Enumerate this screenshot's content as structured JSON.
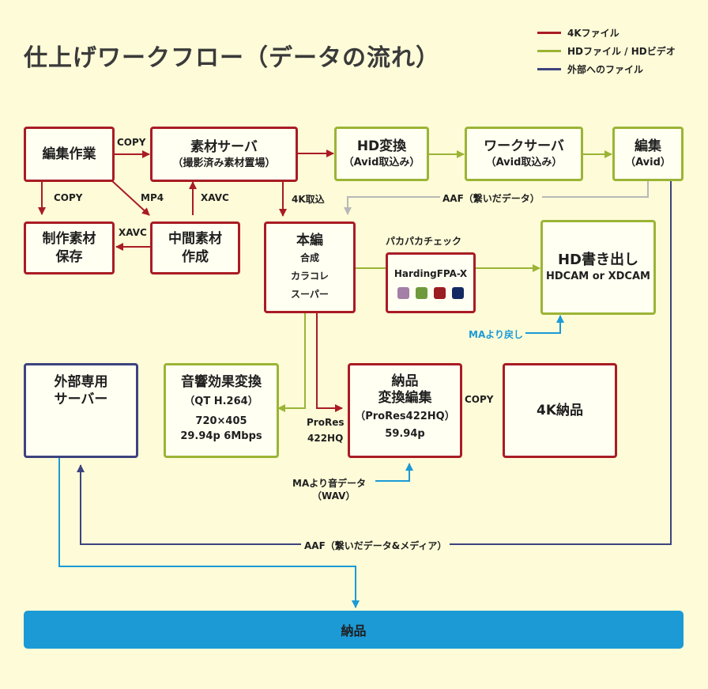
{
  "title": "仕上げワークフロー（データの流れ）",
  "legend": [
    {
      "label": "4Kファイル",
      "color": "#a91c24"
    },
    {
      "label": "HDファイル / HDビデオ",
      "color": "#9bb435"
    },
    {
      "label": "外部へのファイル",
      "color": "#3d437e"
    }
  ],
  "nodes": {
    "edit_work": {
      "label": "編集作業"
    },
    "material_server": {
      "label": "素材サーバ",
      "sub": "（撮影済み素材置場）"
    },
    "hd_convert": {
      "label": "HD変換",
      "sub": "（Avid取込み）"
    },
    "work_server": {
      "label": "ワークサーバ",
      "sub": "（Avid取込み）"
    },
    "edit_avid": {
      "label": "編集",
      "sub": "（Avid）"
    },
    "production_storage": {
      "label": "制作素材\n保存"
    },
    "intermediate": {
      "label": "中間素材\n作成"
    },
    "honpen": {
      "label": "本編",
      "items": [
        "合成",
        "カラコレ",
        "スーパー"
      ]
    },
    "harding_title": "パカパカチェック",
    "harding": {
      "label": "HardingFPA-X"
    },
    "hd_export": {
      "label": "HD書き出し",
      "sub": "HDCAM or XDCAM"
    },
    "external_server": {
      "label": "外部専用\nサーバー"
    },
    "audio_convert": {
      "label": "音響効果変換",
      "sub": "（QT H.264）",
      "spec1": "720×405",
      "spec2": "29.94p 6Mbps"
    },
    "delivery_edit": {
      "label": "納品\n変換編集",
      "sub": "（ProRes422HQ）",
      "spec": "59.94p"
    },
    "k4_delivery": {
      "label": "4K納品"
    },
    "final_delivery": {
      "label": "納品"
    }
  },
  "edges": {
    "copy1": "COPY",
    "copy2": "COPY",
    "mp4": "MP4",
    "xavc1": "XAVC",
    "xavc2": "XAVC",
    "k4_import": "4K取込",
    "aaf1": "AAF（繋いだデータ）",
    "ma_return": "MAより戻し",
    "prores1": "ProRes",
    "prores2": "422HQ",
    "copy3": "COPY",
    "ma_audio1": "MAより音データ",
    "ma_audio2": "（WAV）",
    "aaf2": "AAF（繋いだデータ&メディア）"
  },
  "swatch_colors": [
    "#a47fa6",
    "#6f9a3b",
    "#9a1d22",
    "#142a63"
  ],
  "colors": {
    "red": "#a91c24",
    "green": "#9bb435",
    "navy": "#3d437e",
    "blue": "#1b9ad6",
    "gray": "#b8b8b8",
    "background": "#fdfbd8"
  }
}
